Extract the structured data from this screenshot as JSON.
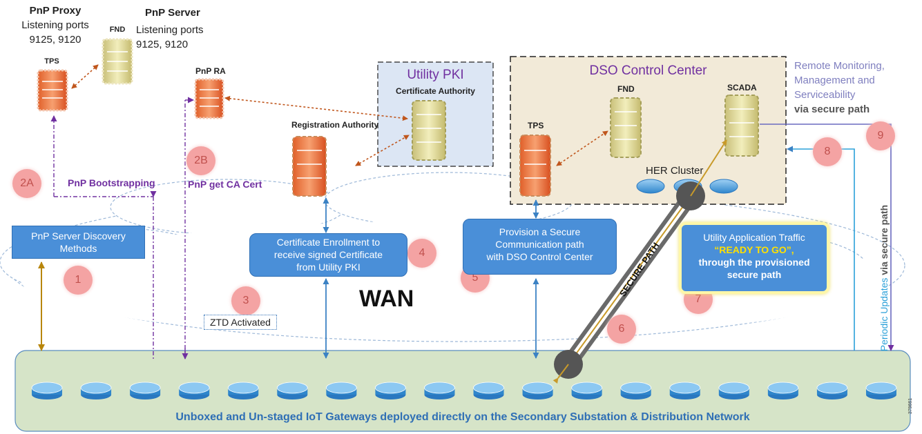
{
  "proxy": {
    "title": "PnP Proxy",
    "line1": "Listening ports",
    "line2": "9125, 9120",
    "device": "TPS"
  },
  "server": {
    "title": "PnP Server",
    "line1": "Listening ports",
    "line2": "9125, 9120",
    "device": "FND"
  },
  "pnp_ra": "PnP RA",
  "utility_pki": {
    "title": "Utility PKI",
    "ca": "Certificate Authority"
  },
  "registration_authority": "Registration Authority",
  "dso": {
    "title": "DSO Control Center",
    "tps": "TPS",
    "fnd": "FND",
    "scada": "SCADA",
    "her": "HER Cluster"
  },
  "remote": {
    "line1": "Remote Monitoring,",
    "line2": "Management and",
    "line3": "Serviceability",
    "line4": "via secure path"
  },
  "steps": {
    "s1": "1",
    "s2a": "2A",
    "s2b": "2B",
    "s3": "3",
    "s4": "4",
    "s5": "5",
    "s6": "6",
    "s7": "7",
    "s8": "8",
    "s9": "9"
  },
  "bootstrapping": "PnP Bootstrapping",
  "get_ca_cert": "PnP get CA Cert",
  "discovery": {
    "line1": "PnP Server Discovery",
    "line2": "Methods"
  },
  "enrollment": {
    "line1": "Certificate Enrollment to",
    "line2": "receive signed Certificate",
    "line3": "from Utility PKI"
  },
  "provision": {
    "line1": "Provision a Secure",
    "line2": "Communication path",
    "line3": "with DSO Control Center"
  },
  "traffic": {
    "line1": "Utility Application Traffic",
    "line2": "“READY TO GO”,",
    "line3": "through the provisioned",
    "line4": "secure path"
  },
  "ztd": "ZTD Activated",
  "wan": "WAN",
  "secure_path": "SECURE PATH",
  "periodic": {
    "part1": "Periodic Updates ",
    "part2": "via secure path"
  },
  "bottom": "Unboxed and Un-staged IoT Gateways deployed directly on the Secondary Substation & Distribution Network",
  "figure_id": "379661",
  "colors": {
    "purple": "#7030a0",
    "box_blue": "#4a8fd8",
    "step_pink": "#f4a3a3",
    "green_bar": "#d6e4c8",
    "dso_bg": "#f2ead8",
    "pki_bg": "#dce6f4",
    "router_blue": "#3f9fe0",
    "arrow_orange": "#c0561c",
    "arrow_blue": "#3b82c4",
    "ready_yellow": "#ffe000"
  },
  "gateway_count": 18
}
